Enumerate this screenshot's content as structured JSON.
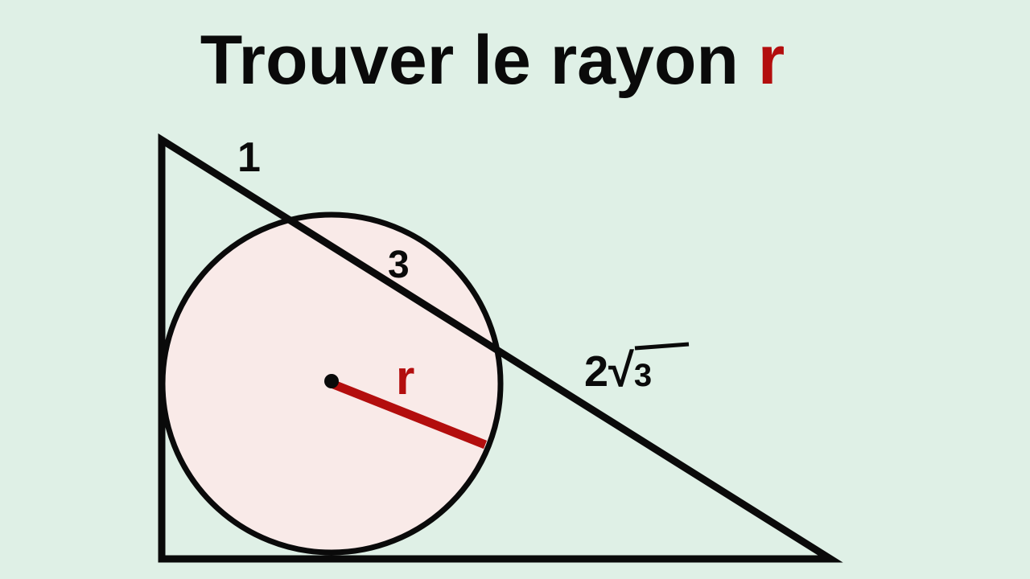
{
  "title": {
    "main": "Trouver le rayon ",
    "accent": "r"
  },
  "labels": {
    "segment_top": "1",
    "segment_middle": "3",
    "segment_right_coefficient": "2",
    "segment_right_radical": "√",
    "segment_right_radicand": "3",
    "radius": "r"
  },
  "colors": {
    "background": "#dff0e6",
    "stroke": "#0a0a0a",
    "circle-fill": "#f9eae8",
    "accent-red": "#b30e0e"
  }
}
